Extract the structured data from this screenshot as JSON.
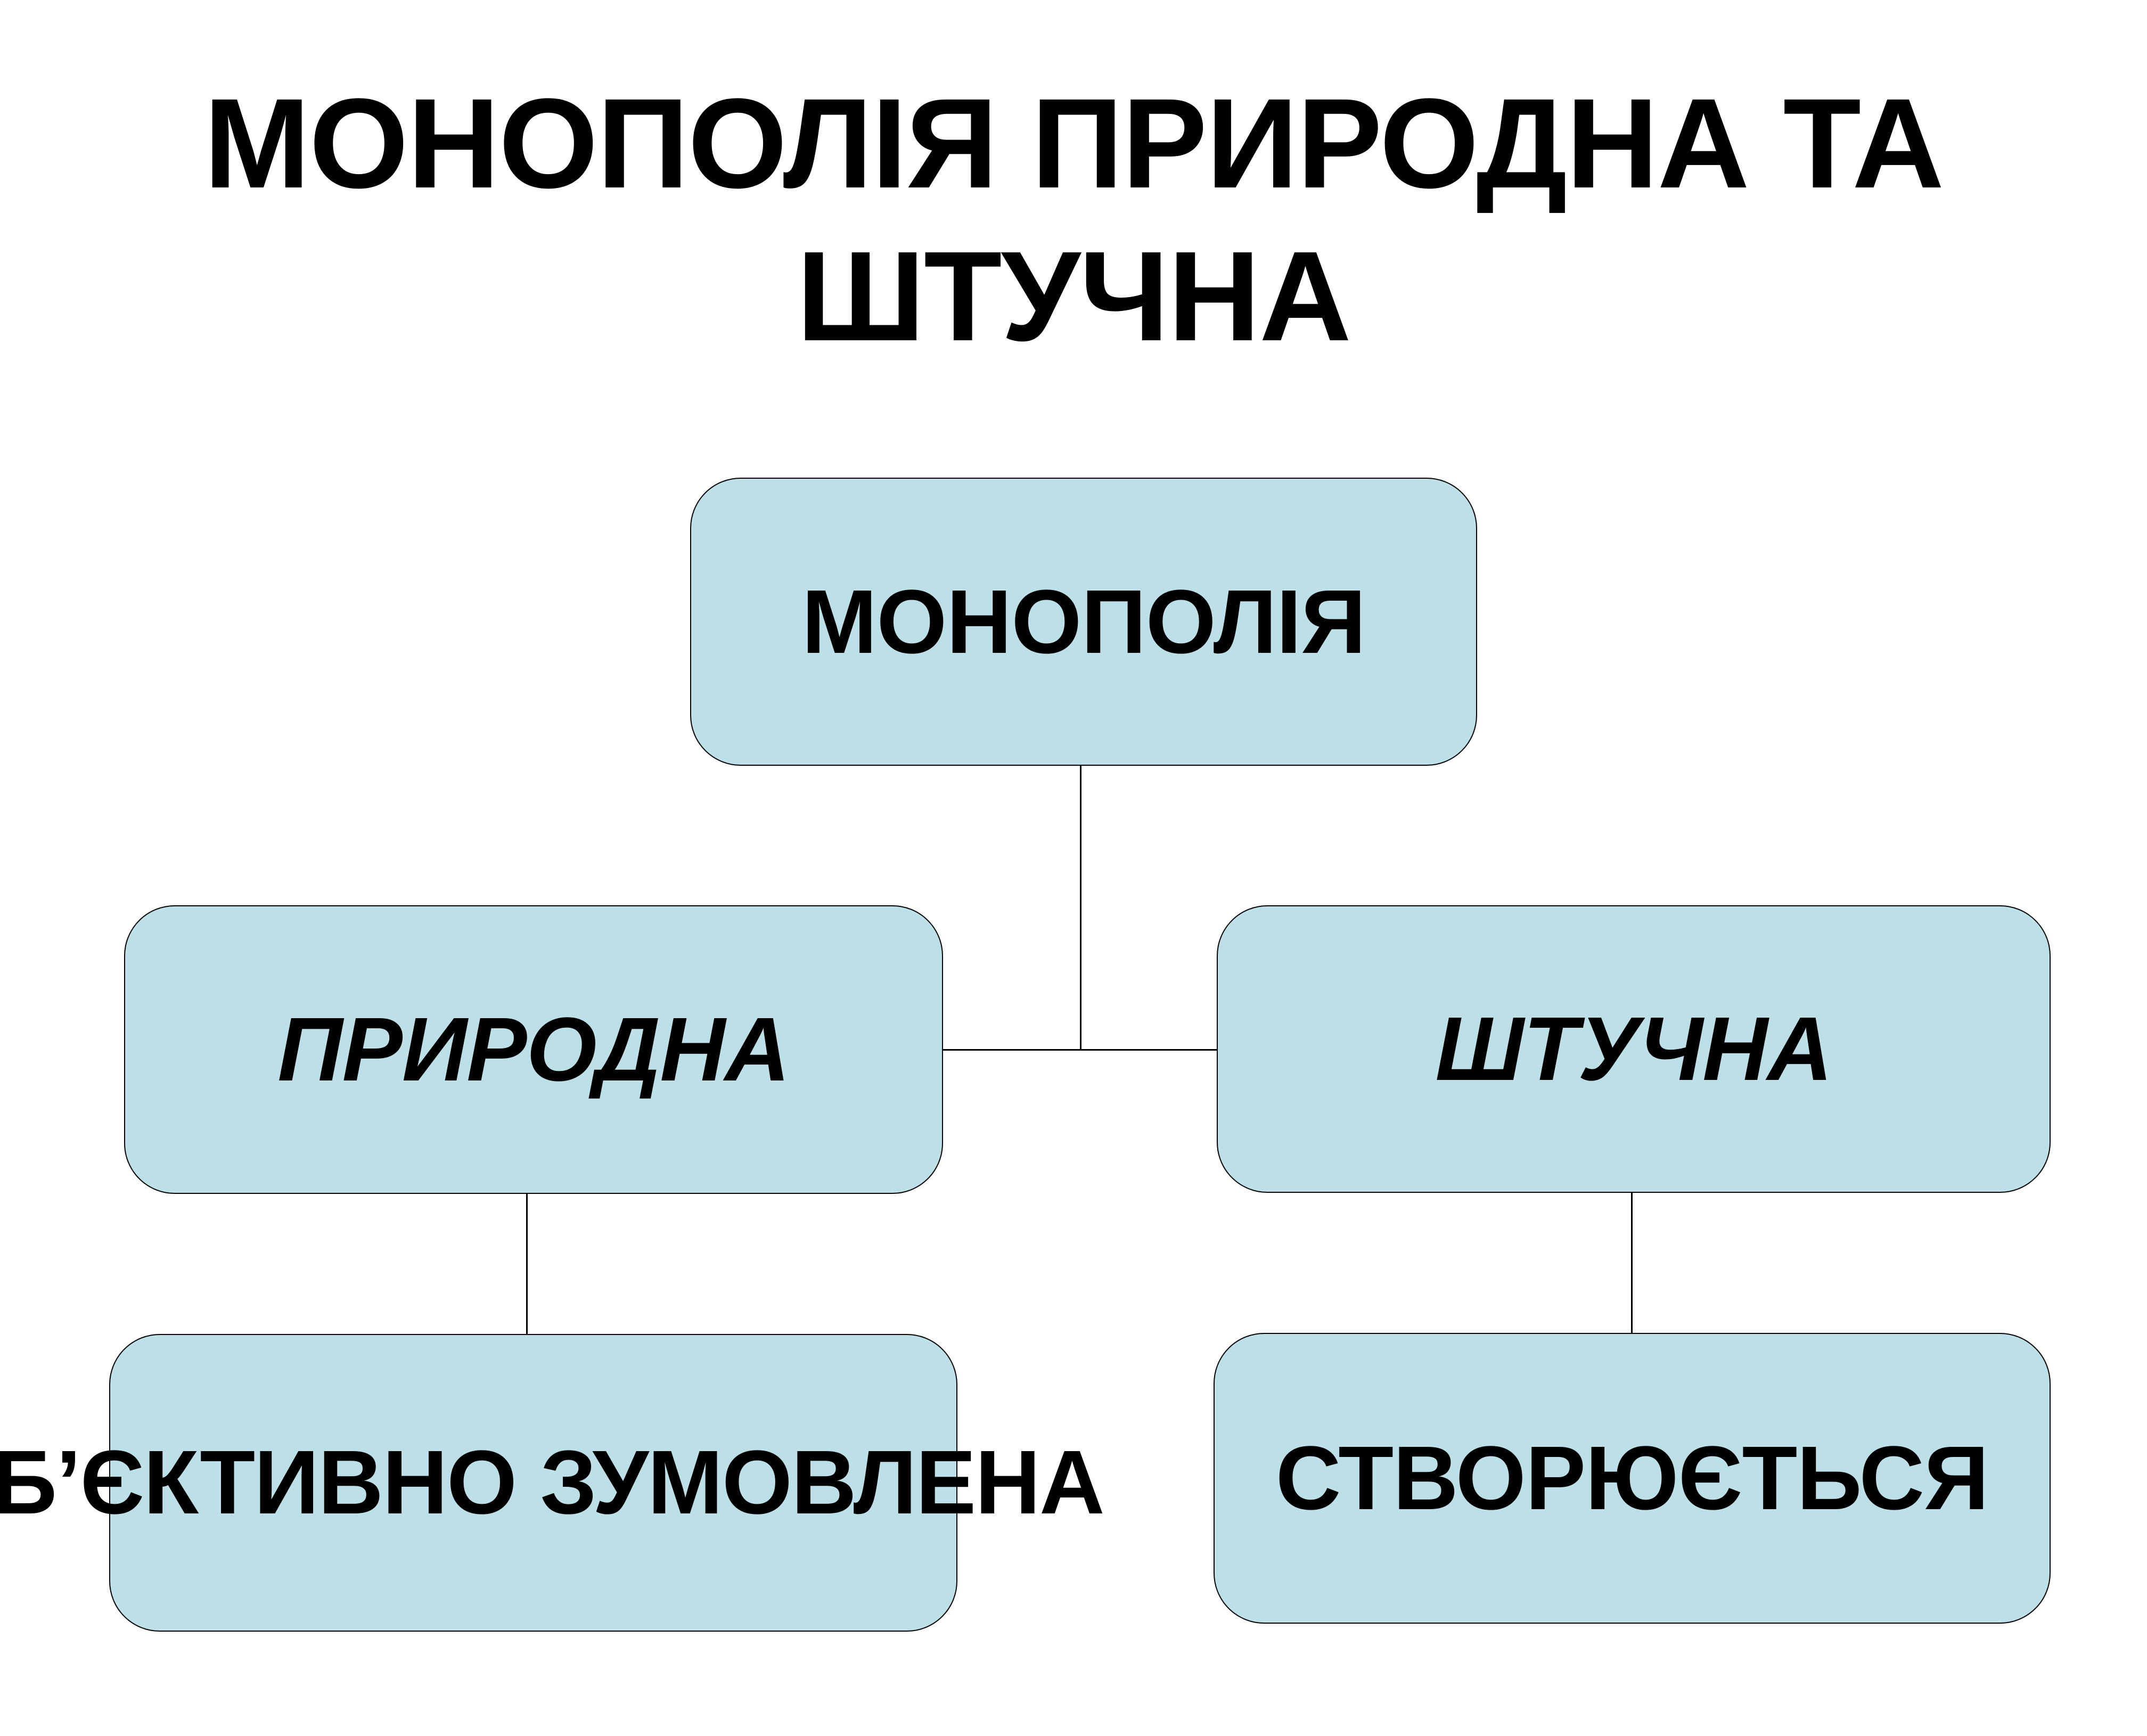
{
  "page": {
    "background": "#FFFFFF",
    "language": "uk"
  },
  "title": {
    "line1": "МОНОПОЛІЯ ПРИРОДНА ТА",
    "line2": "ШТУЧНА",
    "color": "#000000"
  },
  "diagram": {
    "colors": {
      "node_fill": "#BDDFE7",
      "node_border": "#000000",
      "connector": "#000000",
      "text": "#000000"
    },
    "nodes": {
      "root": {
        "label": "МОНОПОЛІЯ",
        "style": "bold"
      },
      "natural": {
        "label": "ПРИРОДНА",
        "style": "bold-italic"
      },
      "artificial": {
        "label": "ШТУЧНА",
        "style": "bold-italic"
      },
      "natural_detail": {
        "label": "Б’ЄКТИВНО ЗУМОВЛЕНА",
        "style": "bold",
        "clipped_at_left_edge": true
      },
      "artificial_detail": {
        "label": "СТВОРЮЄТЬСЯ",
        "style": "bold"
      }
    },
    "edges": [
      {
        "from": "root",
        "to": "natural"
      },
      {
        "from": "root",
        "to": "artificial"
      },
      {
        "from": "natural",
        "to": "natural_detail"
      },
      {
        "from": "artificial",
        "to": "artificial_detail"
      }
    ]
  }
}
